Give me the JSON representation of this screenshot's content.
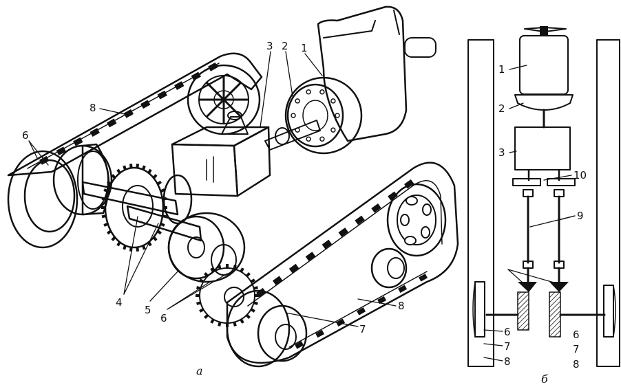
{
  "figure_a": {
    "caption": "а",
    "labels": {
      "engine": "1",
      "clutch": "2",
      "gearbox": "3",
      "half_axles": "4",
      "side_clutches": "5",
      "sprocket_pair_left": "6",
      "sprocket_pair_right": "6",
      "drive_wheel": "7",
      "track_top": "8",
      "track_right": "8"
    }
  },
  "figure_b": {
    "caption": "б",
    "labels": {
      "engine": "1",
      "clutch": "2",
      "gearbox": "3",
      "couplings": "10",
      "shafts": "9",
      "left_6": "6",
      "left_7": "7",
      "left_8": "8",
      "right_6": "6",
      "right_7": "7",
      "right_8": "8"
    }
  },
  "colors": {
    "ink": "#111111",
    "paper": "#ffffff",
    "shade": "#555555"
  }
}
